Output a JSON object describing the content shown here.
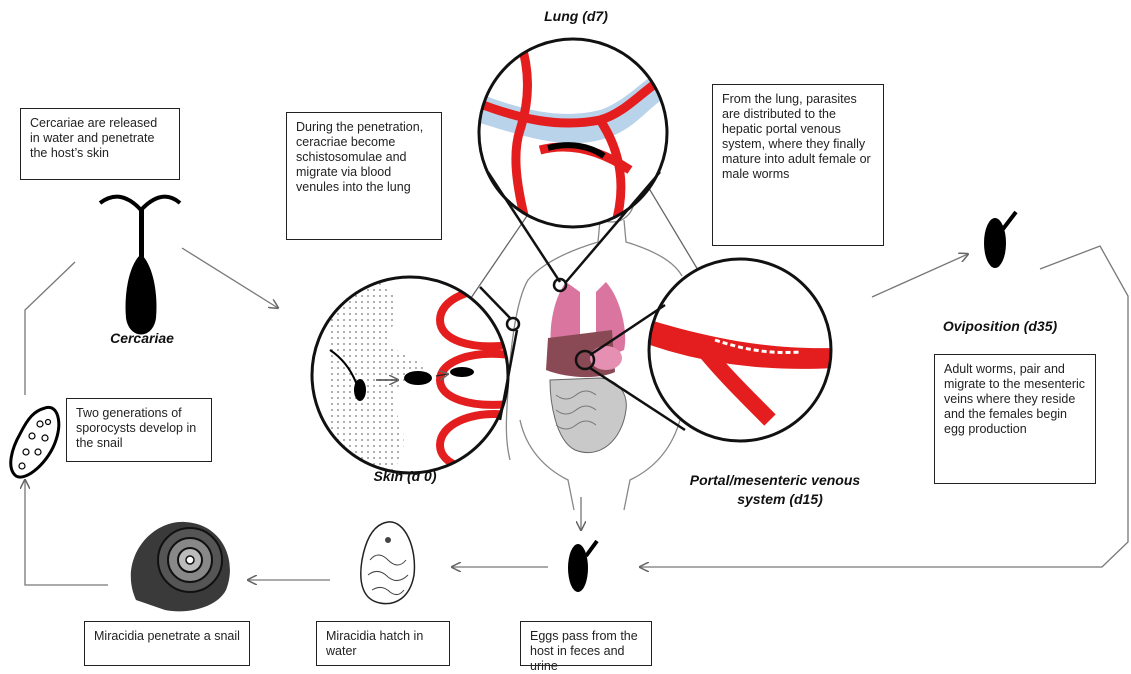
{
  "stages": {
    "lung": "Lung (d7)",
    "cercariae": "Cercariae",
    "skin": "Skin (d 0)",
    "portal_line1": "Portal/mesenteric venous",
    "portal_line2": "system (d15)",
    "oviposition": "Oviposition (d35)"
  },
  "boxes": {
    "cercariae_release": "Cercariae are released in water and penetrate the host’s skin",
    "penetration": "During the penetration, ceracriae become schistosomulae and migrate via blood venules into the lung",
    "lung_distribution": "From the lung, parasites are distributed to the hepatic portal venous system, where they finally mature into adult female or male worms",
    "sporocysts": "Two generations of sporocysts develop in the snail",
    "adult_worms": "Adult worms, pair and migrate to the mesenteric veins where they reside and the females begin egg production",
    "miracidia_penetrate": "Miracidia penetrate a snail",
    "miracidia_hatch": "Miracidia hatch in water",
    "eggs_pass": "Eggs pass from the host in feces and urine"
  },
  "colors": {
    "vessel": "#e41e1e",
    "lung_tissue": "#b9d3ea",
    "organ_pink": "#d9759f",
    "liver": "#8a4a55",
    "outline": "#111111"
  }
}
